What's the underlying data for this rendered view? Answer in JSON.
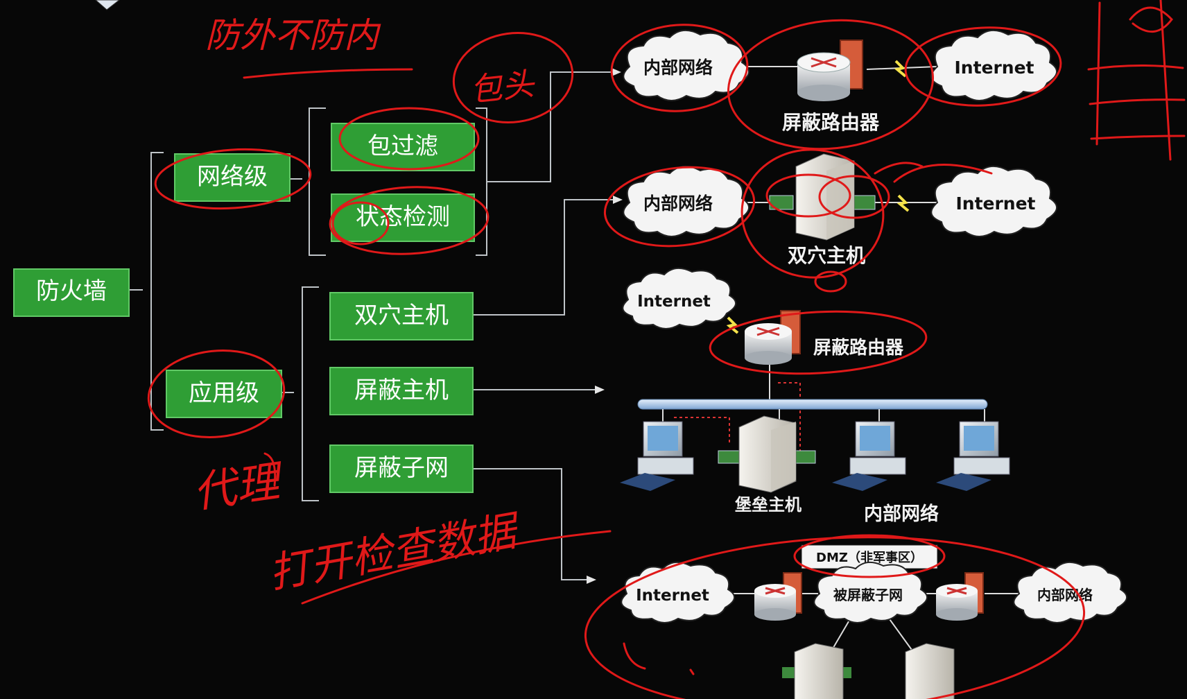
{
  "root": "防火墙",
  "levels": {
    "network": "网络级",
    "application": "应用级"
  },
  "leaves": {
    "packet_filter": "包过滤",
    "stateful_inspection": "状态检测",
    "dual_homed": "双穴主机",
    "screened_host": "屏蔽主机",
    "screened_subnet": "屏蔽子网"
  },
  "diagrams": {
    "router_setup": {
      "internal": "内部网络",
      "device": "屏蔽路由器",
      "external": "Internet"
    },
    "dual_homed_setup": {
      "internal": "内部网络",
      "device": "双穴主机",
      "external": "Internet"
    },
    "screened_host_setup": {
      "external": "Internet",
      "router": "屏蔽路由器",
      "bastion": "堡垒主机",
      "internal": "内部网络"
    },
    "screened_subnet_setup": {
      "external": "Internet",
      "subnet": "被屏蔽子网",
      "dmz": "DMZ（非军事区）",
      "internal": "内部网络"
    }
  },
  "handwritten": {
    "top_note": "防外不防内",
    "packet_note": "包头",
    "proxy_note": "代理",
    "inspect_note": "打开检查数据"
  },
  "colors": {
    "background": "#070707",
    "box_green": "#2f9e35",
    "annotation_red": "#e01919",
    "line": "#cfd3d6"
  }
}
